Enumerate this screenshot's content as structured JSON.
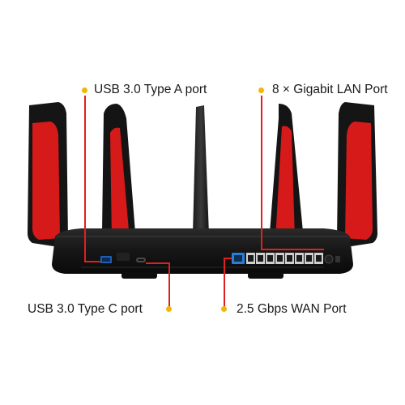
{
  "callouts": {
    "usb_a": "USB 3.0 Type A port",
    "lan": "8 × Gigabit LAN Port",
    "usb_c": "USB 3.0 Type C port",
    "wan": "2.5 Gbps WAN Port"
  },
  "colors": {
    "antenna_red": "#d61a1a",
    "body_black": "#141414",
    "dot_yellow": "#f2b705",
    "leader_red": "#e02020",
    "wan_blue": "#2a7fd4"
  },
  "product": {
    "lan_port_count": 8
  }
}
